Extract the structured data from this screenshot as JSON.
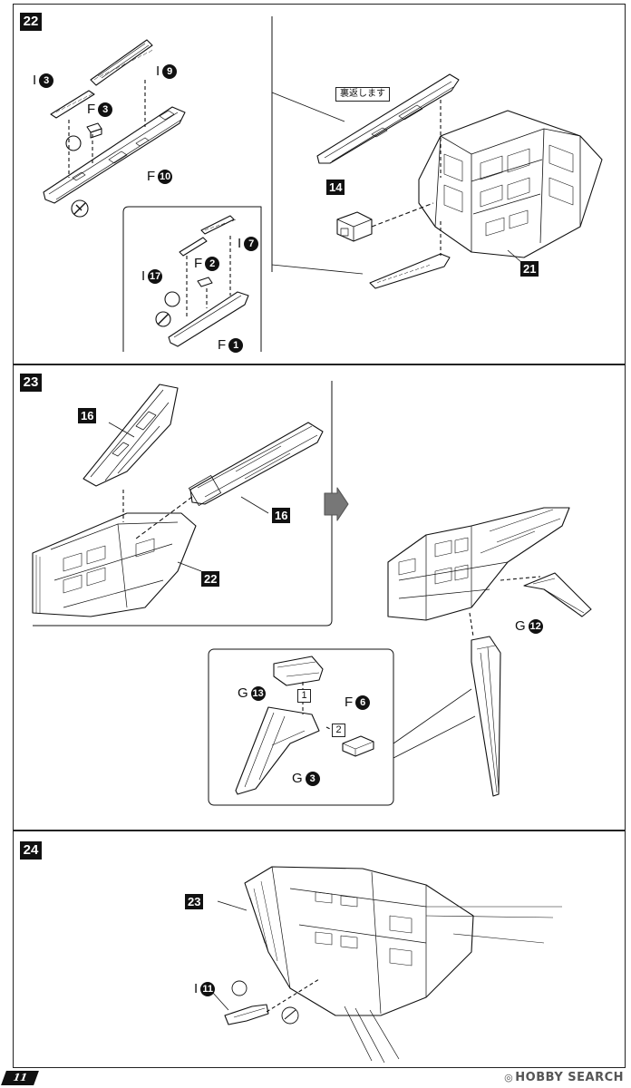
{
  "steps": {
    "s22": {
      "number": "22",
      "labels": {
        "i3": {
          "letter": "I",
          "num": "3"
        },
        "i9": {
          "letter": "I",
          "num": "9"
        },
        "f3": {
          "letter": "F",
          "num": "3"
        },
        "f10": {
          "letter": "F",
          "num": "10"
        },
        "i7": {
          "letter": "I",
          "num": "7"
        },
        "i17": {
          "letter": "I",
          "num": "17"
        },
        "f2": {
          "letter": "F",
          "num": "2"
        },
        "f1": {
          "letter": "F",
          "num": "1"
        }
      },
      "note": "裏返します",
      "ref14": "14",
      "ref21": "21"
    },
    "s23": {
      "number": "23",
      "ref16a": "16",
      "ref16b": "16",
      "ref22": "22",
      "labels": {
        "g12": {
          "letter": "G",
          "num": "12"
        },
        "g13": {
          "letter": "G",
          "num": "13"
        },
        "f6": {
          "letter": "F",
          "num": "6"
        },
        "g3": {
          "letter": "G",
          "num": "3"
        }
      },
      "seq1": "1",
      "seq2": "2"
    },
    "s24": {
      "number": "24",
      "ref23": "23",
      "labels": {
        "i11": {
          "letter": "I",
          "num": "11"
        }
      }
    }
  },
  "footer": {
    "page_number": "11",
    "watermark": "HOBBY SEARCH"
  }
}
